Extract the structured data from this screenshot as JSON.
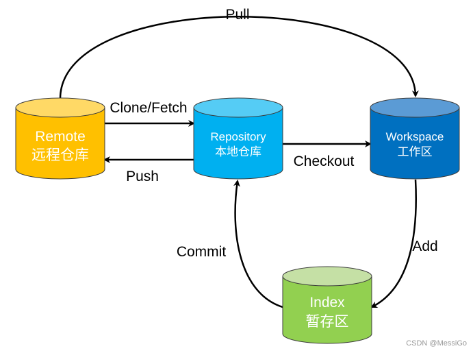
{
  "nodes": {
    "remote": {
      "title": "Remote",
      "subtitle": "远程仓库",
      "body_color": "#FFC000",
      "top_color": "#FFD966",
      "stroke": "#3C3C3C"
    },
    "repository": {
      "title": "Repository",
      "subtitle": "本地仓库",
      "body_color": "#00B0F0",
      "top_color": "#55CCF5",
      "stroke": "#3C3C3C"
    },
    "workspace": {
      "title": "Workspace",
      "subtitle": "工作区",
      "body_color": "#0070C0",
      "top_color": "#5B9BD5",
      "stroke": "#3C3C3C"
    },
    "index": {
      "title": "Index",
      "subtitle": "暂存区",
      "body_color": "#92D050",
      "top_color": "#C5E0A5",
      "stroke": "#3C3C3C"
    }
  },
  "edges": {
    "pull": {
      "label": "Pull",
      "from": "remote",
      "to": "workspace"
    },
    "clone_fetch": {
      "label": "Clone/Fetch",
      "from": "remote",
      "to": "repository"
    },
    "push": {
      "label": "Push",
      "from": "repository",
      "to": "remote"
    },
    "checkout": {
      "label": "Checkout",
      "from": "repository",
      "to": "workspace"
    },
    "add": {
      "label": "Add",
      "from": "workspace",
      "to": "index"
    },
    "commit": {
      "label": "Commit",
      "from": "index",
      "to": "repository"
    }
  },
  "watermark": {
    "text": "CSDN @MessiGo"
  },
  "colors": {
    "arrow": "#000000",
    "background": "#FFFFFF"
  }
}
